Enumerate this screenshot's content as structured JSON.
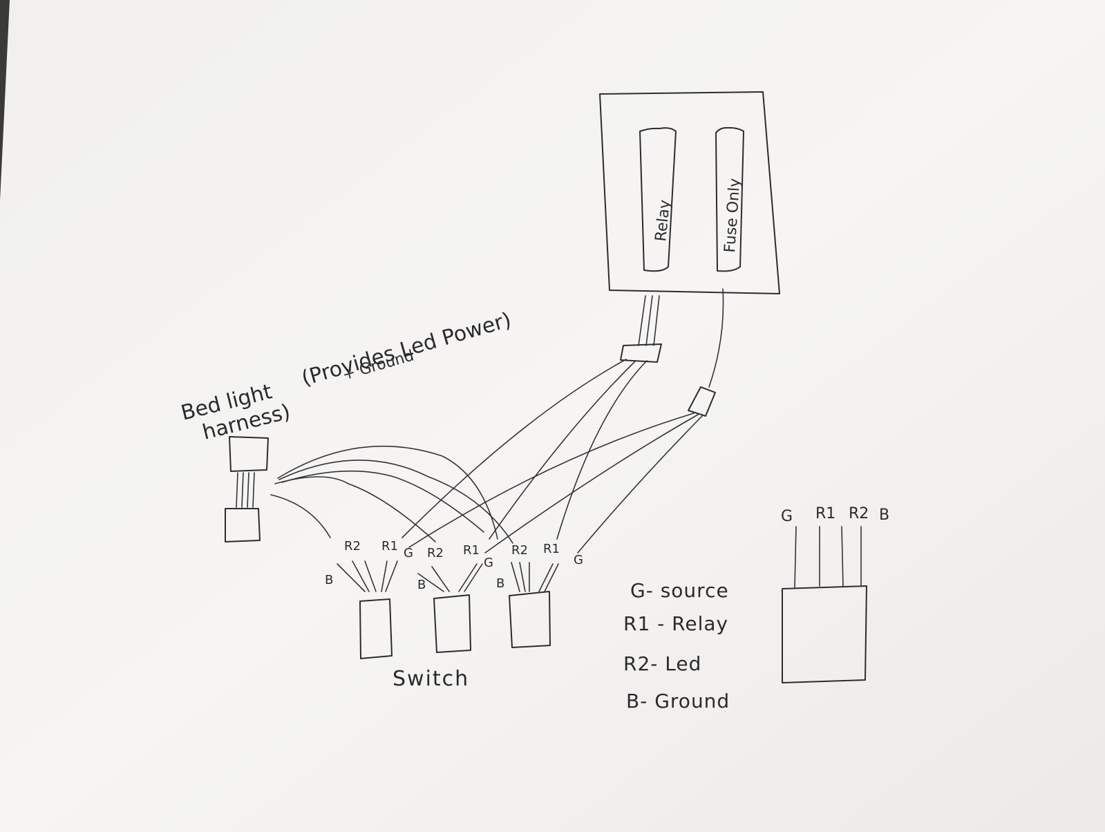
{
  "fuse_box": {
    "relay_label": "Relay",
    "fuse_label": "Fuse Only"
  },
  "harness": {
    "line1": "Bed light",
    "line2": "harness)",
    "note_line1": "(Provides Led Power)",
    "note_line2": "+ Ground"
  },
  "switches": {
    "label": "Switch",
    "units": [
      {
        "pins": [
          "B",
          "R2",
          "R1",
          "G"
        ]
      },
      {
        "pins": [
          "B",
          "R2",
          "R1",
          "G"
        ]
      },
      {
        "pins": [
          "B",
          "R2",
          "R1",
          "G"
        ]
      }
    ]
  },
  "legend": {
    "items": [
      "G- source",
      "R1 - Relay",
      "R2- Led",
      "B- Ground"
    ]
  },
  "pinout": {
    "pins": [
      "G",
      "R1",
      "R2",
      "B"
    ]
  },
  "colors": {
    "paper": "#f4f3f1",
    "ink": "#2a2a2c",
    "background": "#3a3a36"
  }
}
